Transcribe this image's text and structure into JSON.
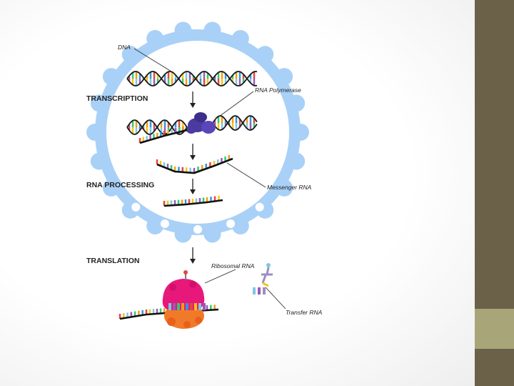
{
  "labels": {
    "dna": "DNA",
    "transcription": "TRANSCRIPTION",
    "rna_polymerase": "RNA Polymerase",
    "rna_processing": "RNA PROCESSING",
    "messenger_rna": "Messenger RNA",
    "translation": "TRANSLATION",
    "ribosomal_rna": "Ribosomal RNA",
    "transfer_rna": "Transfer RNA"
  },
  "colors": {
    "cell_membrane": "#a9d1f7",
    "rung_palette": [
      "#e8453c",
      "#f5c518",
      "#7ec8e3",
      "#9b59b6",
      "#2ecc71",
      "#f39c12",
      "#3498db"
    ],
    "polymerase": "#4b3aa0",
    "ribosome_large": "#e8187a",
    "ribosome_small": "#f07a2a",
    "sidebar_dark": "#6b6148",
    "sidebar_light": "#a8a679"
  }
}
